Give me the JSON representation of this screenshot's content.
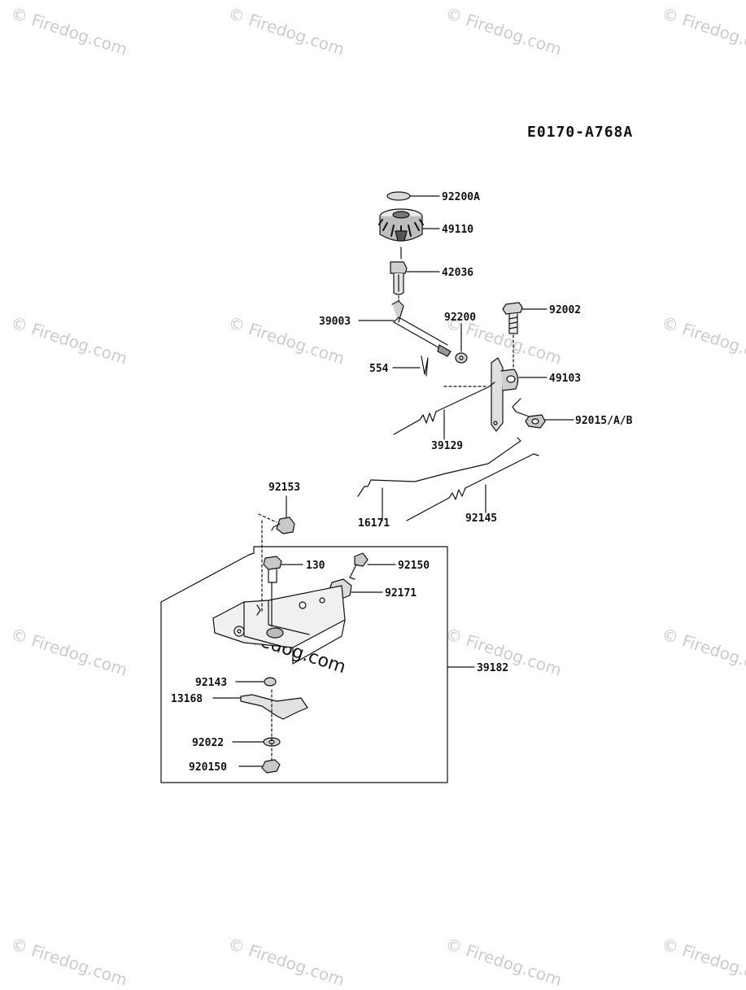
{
  "diagram_code": "E0170-A768A",
  "watermark_text": "© Firedog.com",
  "watermark_center": "Firedog.com",
  "parts": [
    {
      "id": "p92200a",
      "label": "92200A"
    },
    {
      "id": "p49110",
      "label": "49110"
    },
    {
      "id": "p42036",
      "label": "42036"
    },
    {
      "id": "p39003",
      "label": "39003"
    },
    {
      "id": "p92200",
      "label": "92200"
    },
    {
      "id": "p92002",
      "label": "92002"
    },
    {
      "id": "p554",
      "label": "554"
    },
    {
      "id": "p49103",
      "label": "49103"
    },
    {
      "id": "p92015",
      "label": "92015/A/B"
    },
    {
      "id": "p39129",
      "label": "39129"
    },
    {
      "id": "p92153",
      "label": "92153"
    },
    {
      "id": "p16171",
      "label": "16171"
    },
    {
      "id": "p92145",
      "label": "92145"
    },
    {
      "id": "p130",
      "label": "130"
    },
    {
      "id": "p92150",
      "label": "92150"
    },
    {
      "id": "p92171",
      "label": "92171"
    },
    {
      "id": "p39182",
      "label": "39182"
    },
    {
      "id": "p92143",
      "label": "92143"
    },
    {
      "id": "p13168",
      "label": "13168"
    },
    {
      "id": "p92022",
      "label": "92022"
    },
    {
      "id": "p920150",
      "label": "920150"
    }
  ]
}
